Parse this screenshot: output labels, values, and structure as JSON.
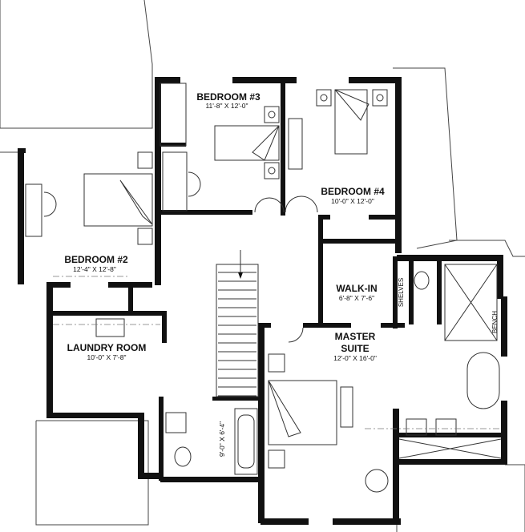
{
  "rooms": {
    "bedroom3": {
      "name": "BEDROOM #3",
      "size": "11'-8\" X 12'-0\""
    },
    "bedroom4": {
      "name": "BEDROOM #4",
      "size": "10'-0\" X 12'-0\""
    },
    "bedroom2": {
      "name": "BEDROOM #2",
      "size": "12'-4\" X 12'-8\""
    },
    "walkin": {
      "name": "WALK-IN",
      "size": "6'-8\" X 7'-6\""
    },
    "master": {
      "name1": "MASTER",
      "name2": "SUITE",
      "size": "12'-0\" X 16'-0\""
    },
    "laundry": {
      "name": "LAUNDRY ROOM",
      "size": "10'-0\" X 7'-8\""
    },
    "bath": {
      "size": "9'-0\" X 6'-4\""
    }
  },
  "labels": {
    "shelves": "SHELVES",
    "bench": "BENCH"
  }
}
